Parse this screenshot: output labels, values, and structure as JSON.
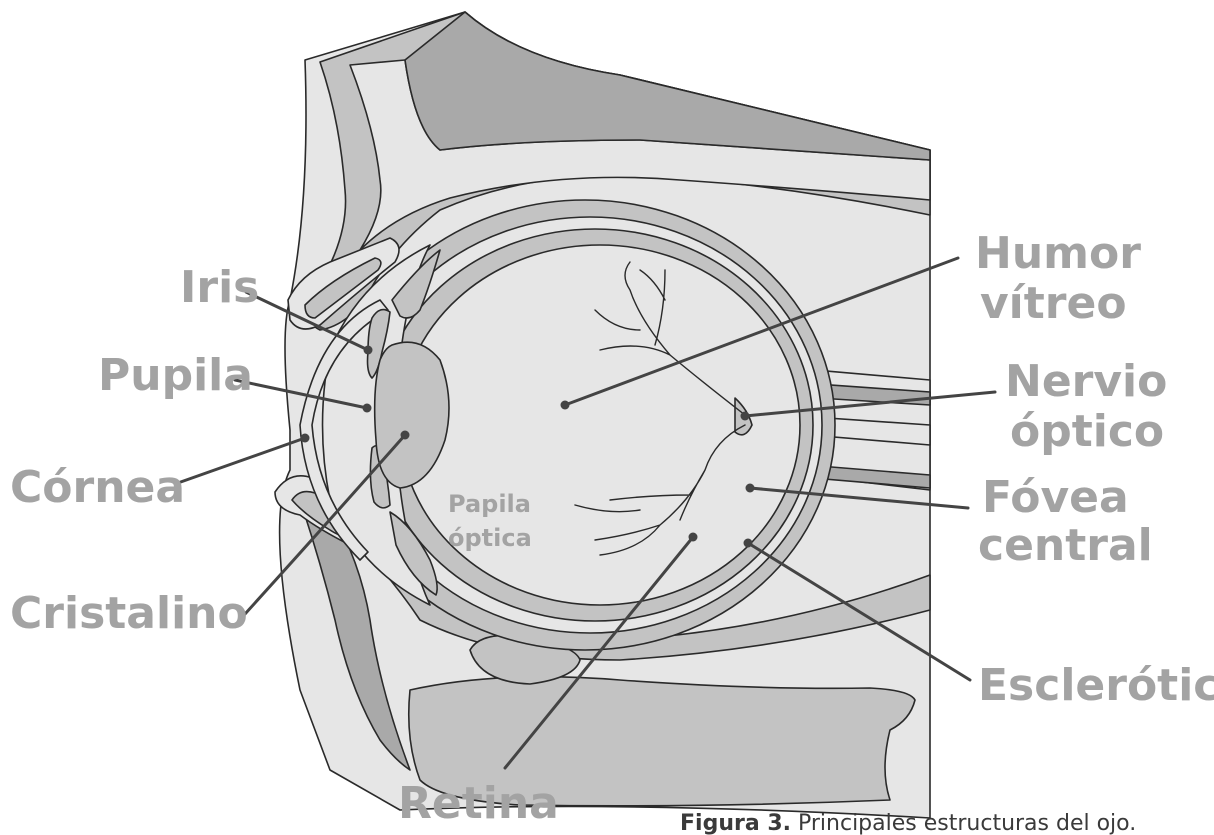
{
  "labels": {
    "iris": "Iris",
    "pupila": "Pupila",
    "cornea": "Córnea",
    "cristalino": "Cristalino",
    "humor_l1": "Humor",
    "humor_l2": "vítreo",
    "nervio_l1": "Nervio",
    "nervio_l2": "óptico",
    "fovea_l1": "Fóvea",
    "fovea_l2": "central",
    "esclerotica": "Esclerótica",
    "retina": "Retina",
    "papila_l1": "Papila",
    "papila_l2": "óptica"
  },
  "caption": {
    "bold": "Figura 3.",
    "text": " Principales estructuras del ojo."
  },
  "colors": {
    "light": "#e6e6e6",
    "mid": "#c3c3c3",
    "dark": "#a9a9a9",
    "label": "#a3a3a3",
    "leader": "#444444"
  }
}
